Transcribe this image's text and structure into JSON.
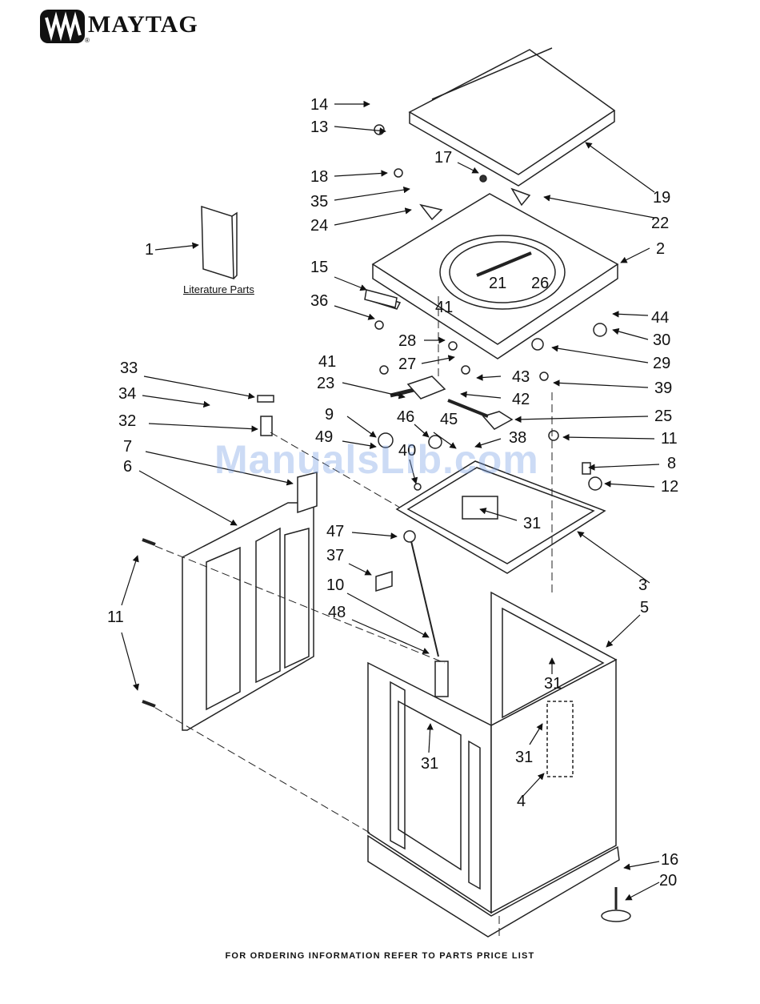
{
  "brand": {
    "name": "MAYTAG",
    "registered": "®"
  },
  "literature_caption": "Literature Parts",
  "footer_note": "FOR ORDERING INFORMATION REFER TO PARTS PRICE LIST",
  "watermark": "ManualsLib.com",
  "callouts": [
    "14",
    "13",
    "17",
    "18",
    "35",
    "24",
    "19",
    "22",
    "1",
    "2",
    "15",
    "21",
    "26",
    "36",
    "41",
    "44",
    "30",
    "28",
    "29",
    "27",
    "41",
    "43",
    "39",
    "23",
    "42",
    "33",
    "25",
    "34",
    "9",
    "46",
    "45",
    "38",
    "11",
    "32",
    "49",
    "40",
    "8",
    "7",
    "12",
    "6",
    "31",
    "47",
    "11",
    "37",
    "3",
    "10",
    "5",
    "48",
    "31",
    "31",
    "31",
    "4",
    "16",
    "20"
  ],
  "colors": {
    "ink": "#111111",
    "line": "#222222",
    "watermark": "#7fa0e6"
  }
}
